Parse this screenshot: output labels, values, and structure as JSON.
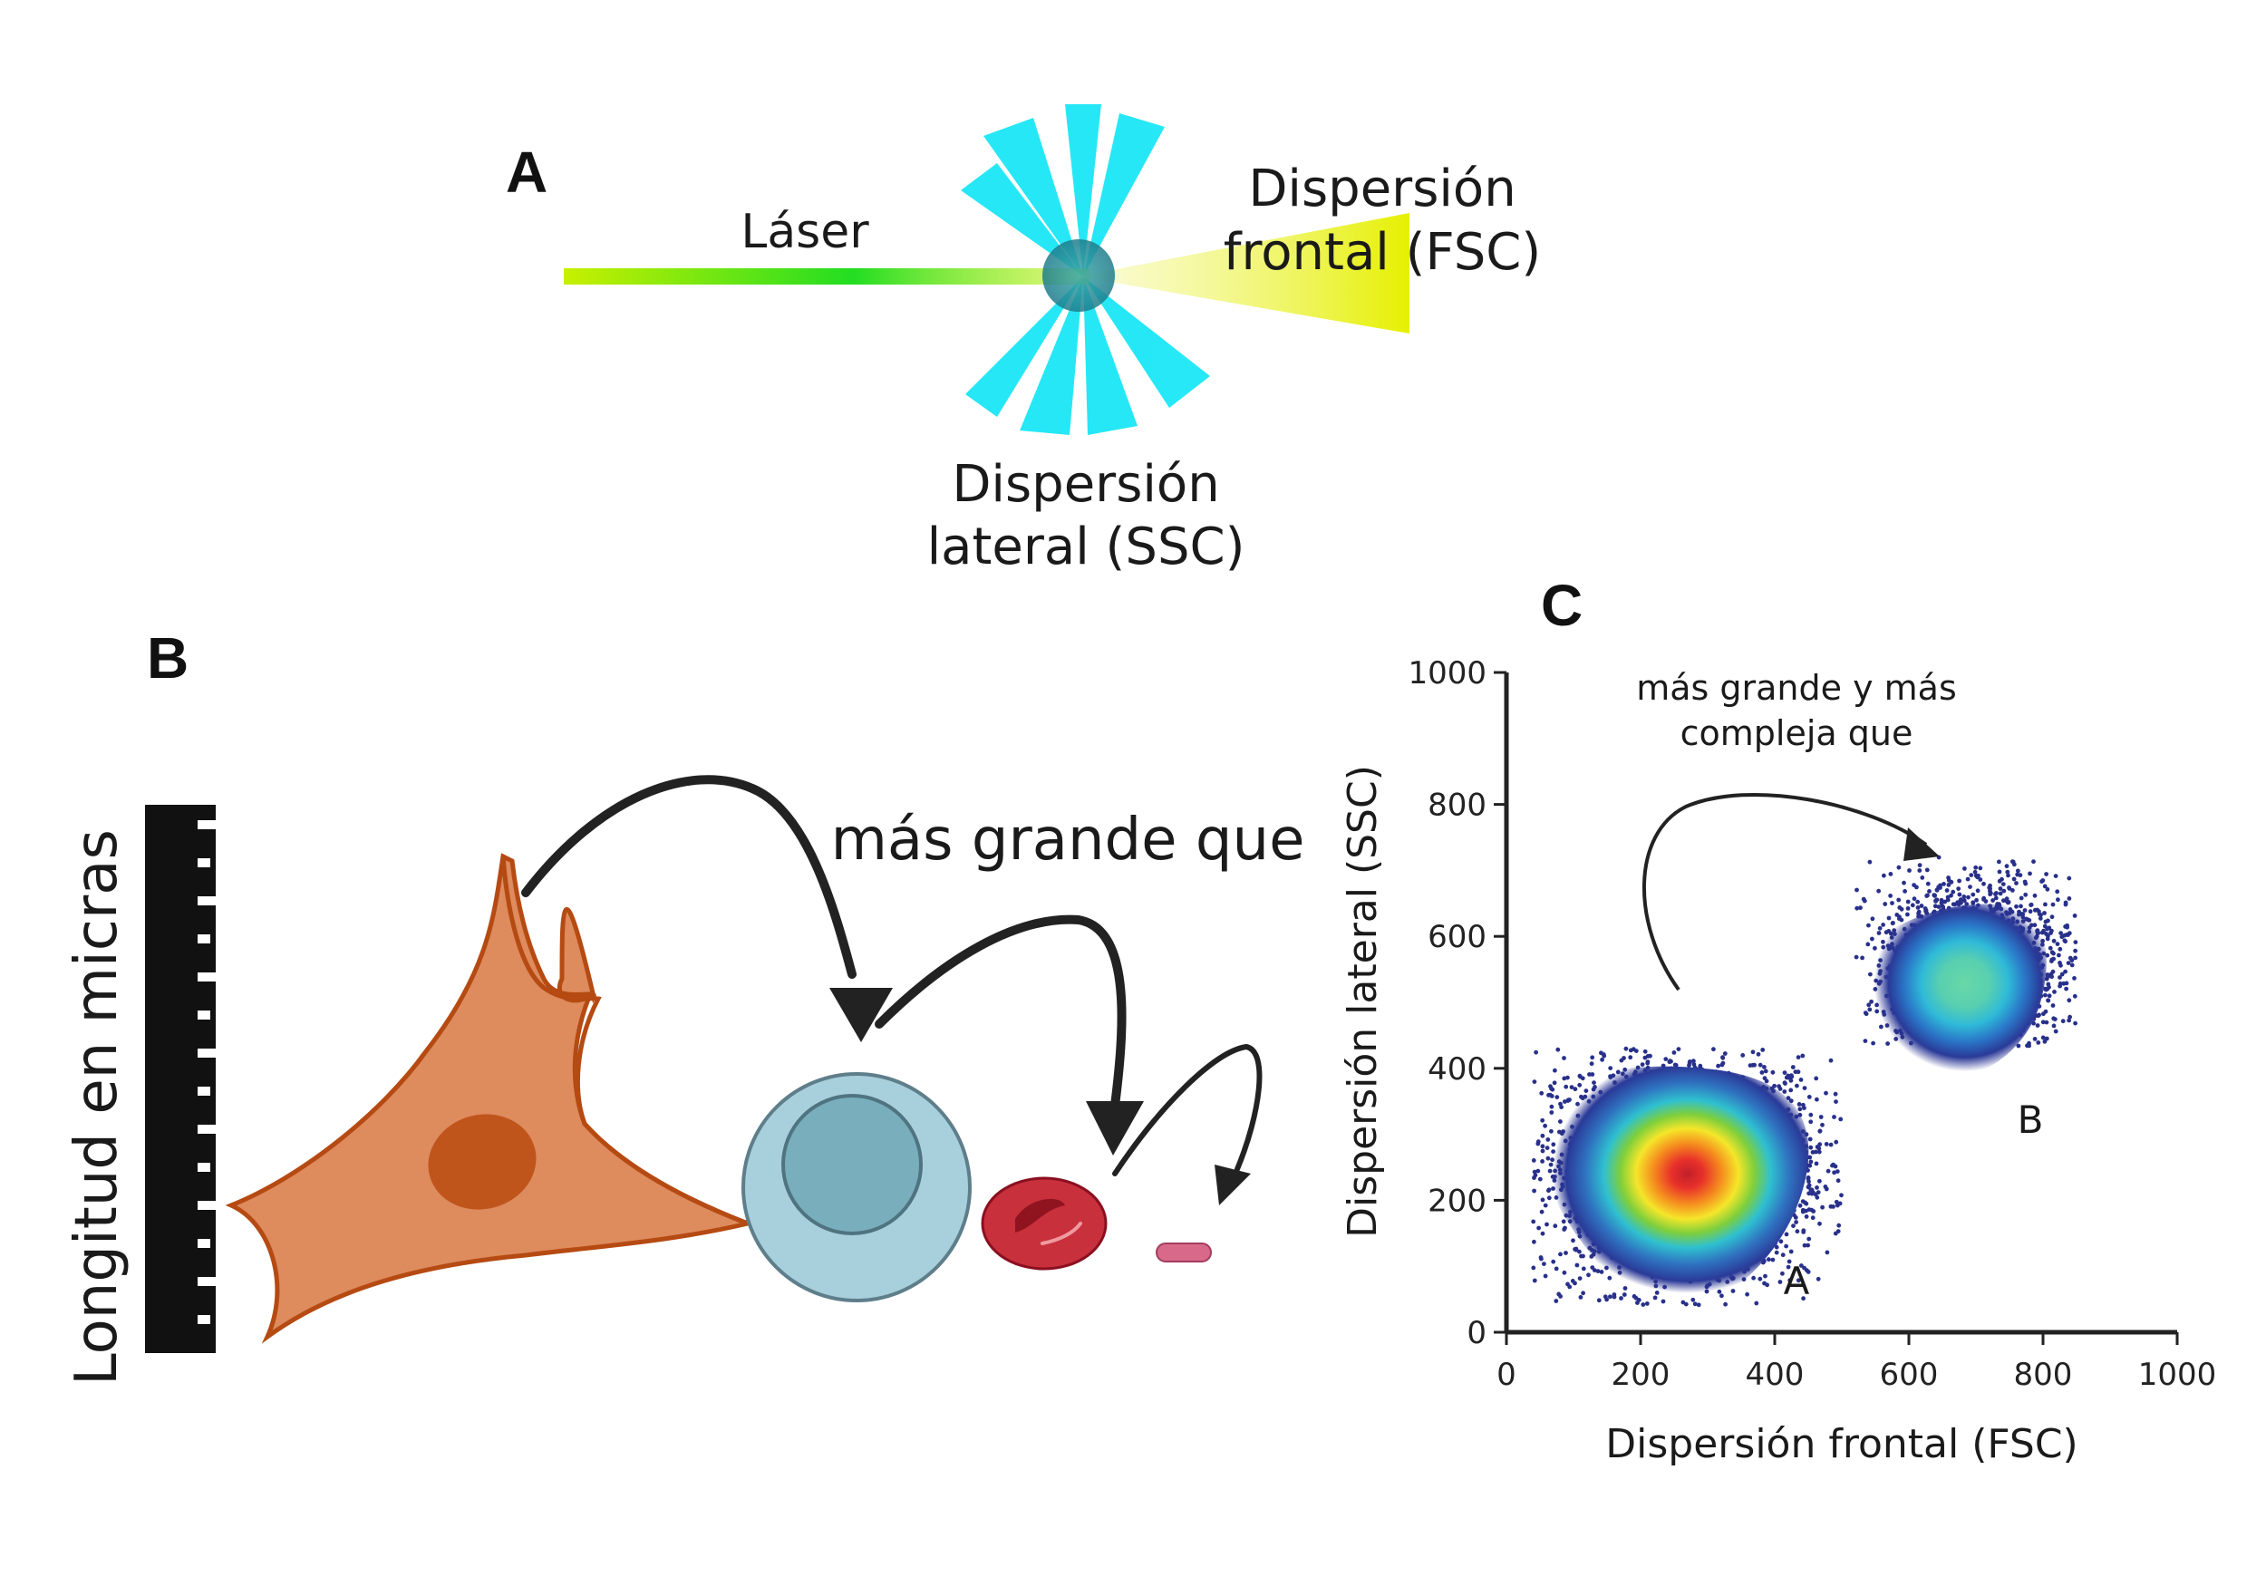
{
  "panel_a": {
    "letter": "A",
    "laser_label": "Láser",
    "fsc_label_line1": "Dispersión",
    "fsc_label_line2": "frontal (FSC)",
    "ssc_label_line1": "Dispersión",
    "ssc_label_line2": "lateral (SSC)"
  },
  "panel_b": {
    "letter": "B",
    "ruler_label": "Longitud en micras",
    "comparison_label": "más grande que"
  },
  "panel_c": {
    "letter": "C",
    "annotation_line1": "más grande y más",
    "annotation_line2": "compleja que",
    "population_a_label": "A",
    "population_b_label": "B"
  },
  "colors": {
    "laser_green": "#22dd22",
    "fsc_yellow": "#e6f000",
    "ssc_cyan": "#14e6f5",
    "fibroblast": "#de8b5e",
    "lymphocyte": "#a7d0dc",
    "erythrocyte": "#c8303c",
    "bacterium": "#d9698a",
    "dot_navy": "#28308a"
  },
  "chart_data": {
    "type": "scatter",
    "xlabel": "Dispersión frontal (FSC)",
    "ylabel": "Dispersión lateral (SSC)",
    "xlim": [
      0,
      1000
    ],
    "ylim": [
      0,
      1000
    ],
    "xticks": [
      0,
      200,
      400,
      600,
      800,
      1000
    ],
    "yticks": [
      0,
      200,
      400,
      600,
      800,
      1000
    ],
    "grid": false,
    "series": [
      {
        "name": "A",
        "center": [
          260,
          250
        ],
        "spread_fsc": [
          40,
          500
        ],
        "spread_ssc": [
          40,
          430
        ],
        "density": "high"
      },
      {
        "name": "B",
        "center": [
          700,
          560
        ],
        "spread_fsc": [
          520,
          850
        ],
        "spread_ssc": [
          430,
          720
        ],
        "density": "medium"
      }
    ]
  }
}
